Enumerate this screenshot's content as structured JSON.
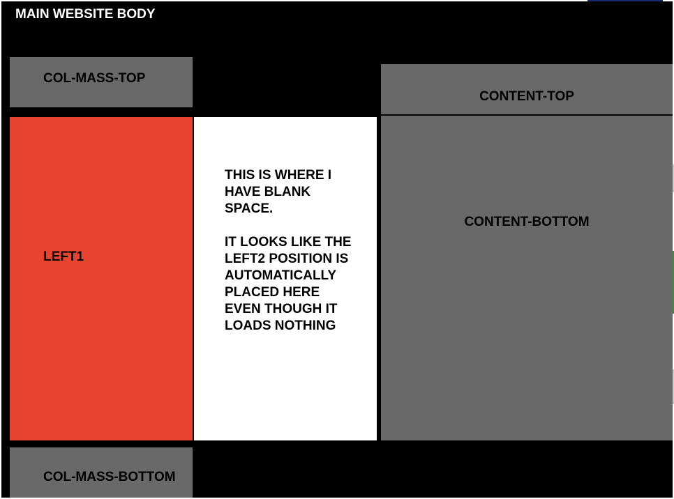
{
  "main_body": {
    "title": "MAIN WEBSITE BODY"
  },
  "col_mass_top": {
    "label": "COL-MASS-TOP"
  },
  "left1": {
    "label": "LEFT1"
  },
  "blank_space": {
    "paragraph1": "THIS IS WHERE I\nHAVE BLANK\nSPACE.",
    "paragraph2": "IT LOOKS LIKE THE\nLEFT2 POSITION IS\nAUTOMATICALLY\nPLACED HERE\nEVEN THOUGH IT\nLOADS NOTHING"
  },
  "col_mass_bottom": {
    "label": "COL-MASS-BOTTOM"
  },
  "content_top": {
    "label": "CONTENT-TOP"
  },
  "content_bottom": {
    "label": "CONTENT-BOTTOM"
  },
  "colors": {
    "body_background": "#000000",
    "module_gray": "#696969",
    "left1_red": "#e8432f",
    "blank_white": "#ffffff",
    "text_dark": "#000000",
    "text_light": "#ffffff"
  }
}
